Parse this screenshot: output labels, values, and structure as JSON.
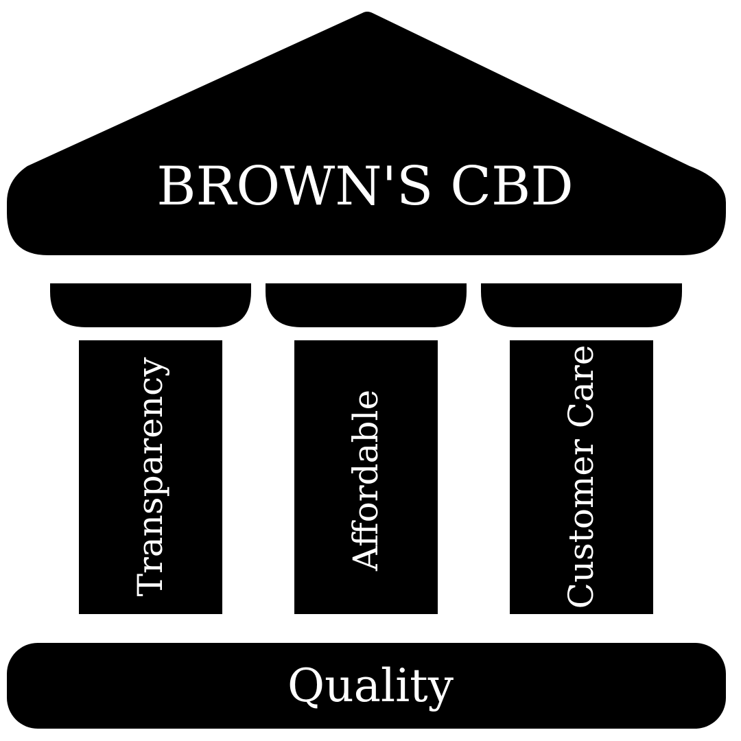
{
  "title": "BROWN'S CBD",
  "pillars": [
    {
      "label": "Transparency"
    },
    {
      "label": "Affordable"
    },
    {
      "label": "Customer Care"
    }
  ],
  "foundation": "Quality",
  "colors": {
    "fill": "#000000",
    "text": "#ffffff",
    "background": "#ffffff"
  }
}
